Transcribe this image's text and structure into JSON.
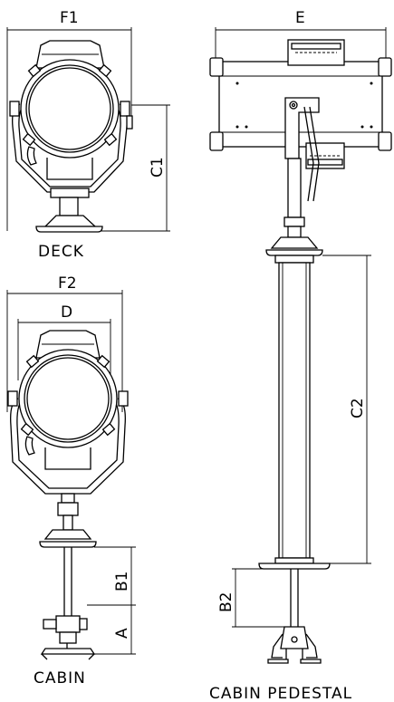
{
  "labels": {
    "f1": "F1",
    "e": "E",
    "c1": "C1",
    "deck": "DECK",
    "f2": "F2",
    "d": "D",
    "c2": "C2",
    "b1": "B1",
    "a": "A",
    "b2": "B2",
    "cabin": "CABIN",
    "cabin_pedestal": "CABIN PEDESTAL"
  }
}
